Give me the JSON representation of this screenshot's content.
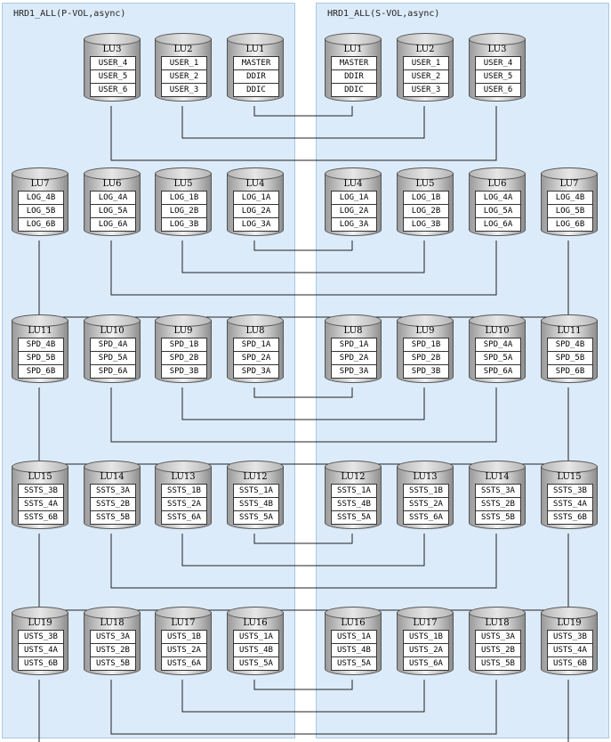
{
  "panels": {
    "left_title": "HRD1_ALL(P-VOL,async)",
    "right_title": "HRD1_ALL(S-VOL,async)"
  },
  "rows": [
    {
      "left": [
        {
          "lu": "LU3",
          "vols": [
            "USER_4",
            "USER_5",
            "USER_6"
          ]
        },
        {
          "lu": "LU2",
          "vols": [
            "USER_1",
            "USER_2",
            "USER_3"
          ]
        },
        {
          "lu": "LU1",
          "vols": [
            "MASTER",
            "DDIR",
            "DDIC"
          ]
        }
      ],
      "right": [
        {
          "lu": "LU1",
          "vols": [
            "MASTER",
            "DDIR",
            "DDIC"
          ]
        },
        {
          "lu": "LU2",
          "vols": [
            "USER_1",
            "USER_2",
            "USER_3"
          ]
        },
        {
          "lu": "LU3",
          "vols": [
            "USER_4",
            "USER_5",
            "USER_6"
          ]
        }
      ]
    },
    {
      "left": [
        {
          "lu": "LU7",
          "vols": [
            "LOG_4B",
            "LOG_5B",
            "LOG_6B"
          ]
        },
        {
          "lu": "LU6",
          "vols": [
            "LOG_4A",
            "LOG_5A",
            "LOG_6A"
          ]
        },
        {
          "lu": "LU5",
          "vols": [
            "LOG_1B",
            "LOG_2B",
            "LOG_3B"
          ]
        },
        {
          "lu": "LU4",
          "vols": [
            "LOG_1A",
            "LOG_2A",
            "LOG_3A"
          ]
        }
      ],
      "right": [
        {
          "lu": "LU4",
          "vols": [
            "LOG_1A",
            "LOG_2A",
            "LOG_3A"
          ]
        },
        {
          "lu": "LU5",
          "vols": [
            "LOG_1B",
            "LOG_2B",
            "LOG_3B"
          ]
        },
        {
          "lu": "LU6",
          "vols": [
            "LOG_4A",
            "LOG_5A",
            "LOG_6A"
          ]
        },
        {
          "lu": "LU7",
          "vols": [
            "LOG_4B",
            "LOG_5B",
            "LOG_6B"
          ]
        }
      ]
    },
    {
      "left": [
        {
          "lu": "LU11",
          "vols": [
            "SPD_4B",
            "SPD_5B",
            "SPD_6B"
          ]
        },
        {
          "lu": "LU10",
          "vols": [
            "SPD_4A",
            "SPD_5A",
            "SPD_6A"
          ]
        },
        {
          "lu": "LU9",
          "vols": [
            "SPD_1B",
            "SPD_2B",
            "SPD_3B"
          ]
        },
        {
          "lu": "LU8",
          "vols": [
            "SPD_1A",
            "SPD_2A",
            "SPD_3A"
          ]
        }
      ],
      "right": [
        {
          "lu": "LU8",
          "vols": [
            "SPD_1A",
            "SPD_2A",
            "SPD_3A"
          ]
        },
        {
          "lu": "LU9",
          "vols": [
            "SPD_1B",
            "SPD_2B",
            "SPD_3B"
          ]
        },
        {
          "lu": "LU10",
          "vols": [
            "SPD_4A",
            "SPD_5A",
            "SPD_6A"
          ]
        },
        {
          "lu": "LU11",
          "vols": [
            "SPD_4B",
            "SPD_5B",
            "SPD_6B"
          ]
        }
      ]
    },
    {
      "left": [
        {
          "lu": "LU15",
          "vols": [
            "SSTS_3B",
            "SSTS_4A",
            "SSTS_6B"
          ]
        },
        {
          "lu": "LU14",
          "vols": [
            "SSTS_3A",
            "SSTS_2B",
            "SSTS_5B"
          ]
        },
        {
          "lu": "LU13",
          "vols": [
            "SSTS_1B",
            "SSTS_2A",
            "SSTS_6A"
          ]
        },
        {
          "lu": "LU12",
          "vols": [
            "SSTS_1A",
            "SSTS_4B",
            "SSTS_5A"
          ]
        }
      ],
      "right": [
        {
          "lu": "LU12",
          "vols": [
            "SSTS_1A",
            "SSTS_4B",
            "SSTS_5A"
          ]
        },
        {
          "lu": "LU13",
          "vols": [
            "SSTS_1B",
            "SSTS_2A",
            "SSTS_6A"
          ]
        },
        {
          "lu": "LU14",
          "vols": [
            "SSTS_3A",
            "SSTS_2B",
            "SSTS_5B"
          ]
        },
        {
          "lu": "LU15",
          "vols": [
            "SSTS_3B",
            "SSTS_4A",
            "SSTS_6B"
          ]
        }
      ]
    },
    {
      "left": [
        {
          "lu": "LU19",
          "vols": [
            "USTS_3B",
            "USTS_4A",
            "USTS_6B"
          ]
        },
        {
          "lu": "LU18",
          "vols": [
            "USTS_3A",
            "USTS_2B",
            "USTS_5B"
          ]
        },
        {
          "lu": "LU17",
          "vols": [
            "USTS_1B",
            "USTS_2A",
            "USTS_6A"
          ]
        },
        {
          "lu": "LU16",
          "vols": [
            "USTS_1A",
            "USTS_4B",
            "USTS_5A"
          ]
        }
      ],
      "right": [
        {
          "lu": "LU16",
          "vols": [
            "USTS_1A",
            "USTS_4B",
            "USTS_5A"
          ]
        },
        {
          "lu": "LU17",
          "vols": [
            "USTS_1B",
            "USTS_2A",
            "USTS_6A"
          ]
        },
        {
          "lu": "LU18",
          "vols": [
            "USTS_3A",
            "USTS_2B",
            "USTS_5B"
          ]
        },
        {
          "lu": "LU19",
          "vols": [
            "USTS_3B",
            "USTS_4A",
            "USTS_6B"
          ]
        }
      ]
    }
  ]
}
